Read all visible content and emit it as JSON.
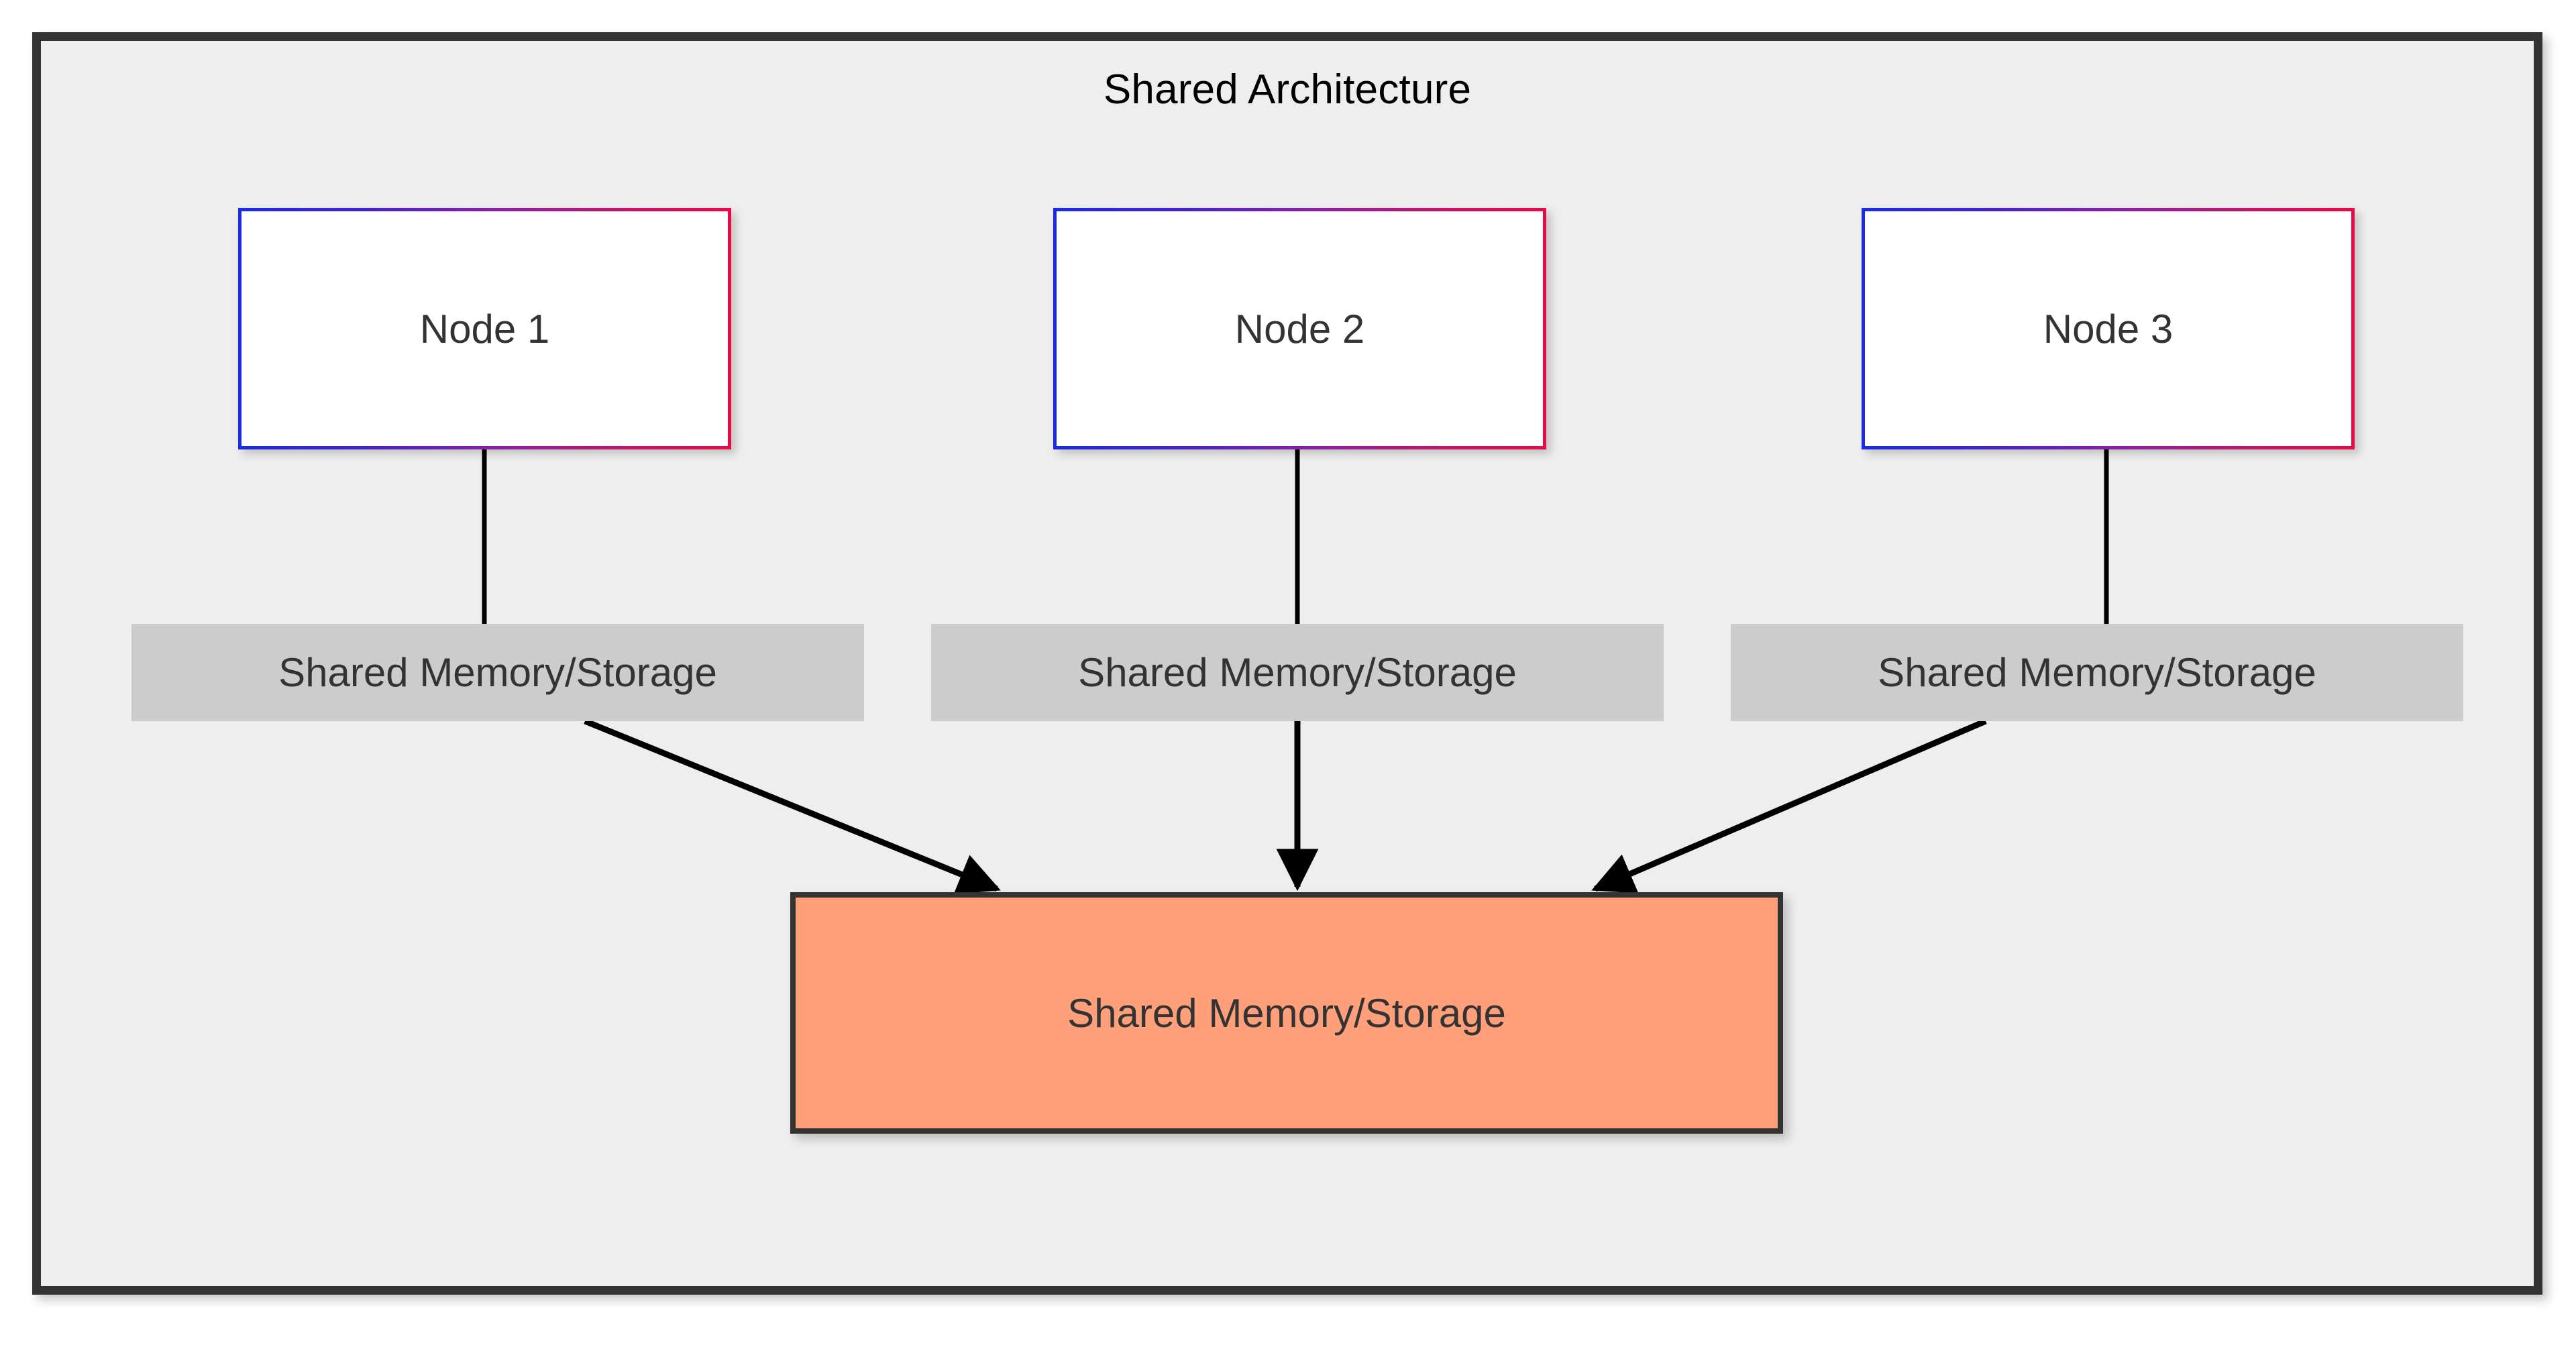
{
  "diagram": {
    "title": "Shared Architecture",
    "type": "flowchart",
    "background_color": "#eeeeee",
    "frame_border_color": "#333333",
    "nodes": [
      {
        "id": "node-1",
        "label": "Node 1",
        "fill": "#ffffff",
        "border_gradient_from": "#1a2ae6",
        "border_gradient_to": "#e80a46",
        "text_color": "#333333"
      },
      {
        "id": "node-2",
        "label": "Node 2",
        "fill": "#ffffff",
        "border_gradient_from": "#1a2ae6",
        "border_gradient_to": "#e80a46",
        "text_color": "#333333"
      },
      {
        "id": "node-3",
        "label": "Node 3",
        "fill": "#ffffff",
        "border_gradient_from": "#1a2ae6",
        "border_gradient_to": "#e80a46",
        "text_color": "#333333"
      },
      {
        "id": "storage",
        "label": "Shared Memory/Storage",
        "fill": "#ffa07a",
        "border_color": "#333333",
        "text_color": "#333333"
      }
    ],
    "edges": [
      {
        "id": "edge-1",
        "from": "node-1",
        "to": "storage",
        "label": "Shared Memory/Storage",
        "label_background": "#cccccc",
        "label_text_color": "#333333",
        "line_color": "#000000",
        "arrowhead": "filled-triangle"
      },
      {
        "id": "edge-2",
        "from": "node-2",
        "to": "storage",
        "label": "Shared Memory/Storage",
        "label_background": "#cccccc",
        "label_text_color": "#333333",
        "line_color": "#000000",
        "arrowhead": "filled-triangle"
      },
      {
        "id": "edge-3",
        "from": "node-3",
        "to": "storage",
        "label": "Shared Memory/Storage",
        "label_background": "#cccccc",
        "label_text_color": "#333333",
        "line_color": "#000000",
        "arrowhead": "filled-triangle"
      }
    ]
  }
}
